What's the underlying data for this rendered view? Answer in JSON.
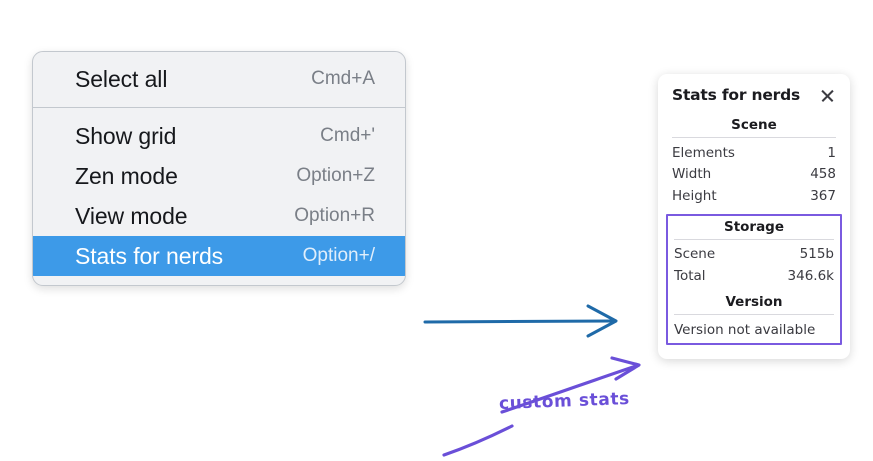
{
  "context_menu": {
    "groups": [
      {
        "items": [
          {
            "label": "Select all",
            "shortcut": "Cmd+A",
            "selected": false
          }
        ]
      },
      {
        "items": [
          {
            "label": "Show grid",
            "shortcut": "Cmd+'",
            "selected": false
          },
          {
            "label": "Zen mode",
            "shortcut": "Option+Z",
            "selected": false
          },
          {
            "label": "View mode",
            "shortcut": "Option+R",
            "selected": false
          },
          {
            "label": "Stats for nerds",
            "shortcut": "Option+/",
            "selected": true
          }
        ]
      }
    ],
    "highlight_color": "#3d9ae8"
  },
  "stats_panel": {
    "title": "Stats for nerds",
    "close_icon": "close-icon",
    "scene": {
      "heading": "Scene",
      "rows": [
        {
          "key": "Elements",
          "value": "1"
        },
        {
          "key": "Width",
          "value": "458"
        },
        {
          "key": "Height",
          "value": "367"
        }
      ]
    },
    "storage": {
      "heading": "Storage",
      "rows": [
        {
          "key": "Scene",
          "value": "515b"
        },
        {
          "key": "Total",
          "value": "346.6k"
        }
      ]
    },
    "version": {
      "heading": "Version",
      "note": "Version not available"
    },
    "highlight_color": "#7a5ae0"
  },
  "annotations": {
    "custom_stats_label": "custom stats",
    "ink_color": "#6a4fd8",
    "flow_arrow_color": "#1f6aa8"
  }
}
